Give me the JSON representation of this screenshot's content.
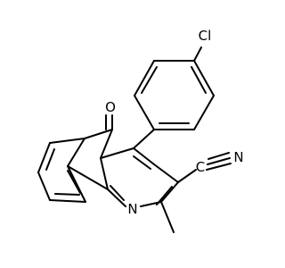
{
  "molecule": {
    "atoms": {
      "chlorine": "Cl",
      "oxygen": "O",
      "nitrogen": "N",
      "nitrile_carbon": "C",
      "nitrile_nitrogen": "N"
    }
  }
}
